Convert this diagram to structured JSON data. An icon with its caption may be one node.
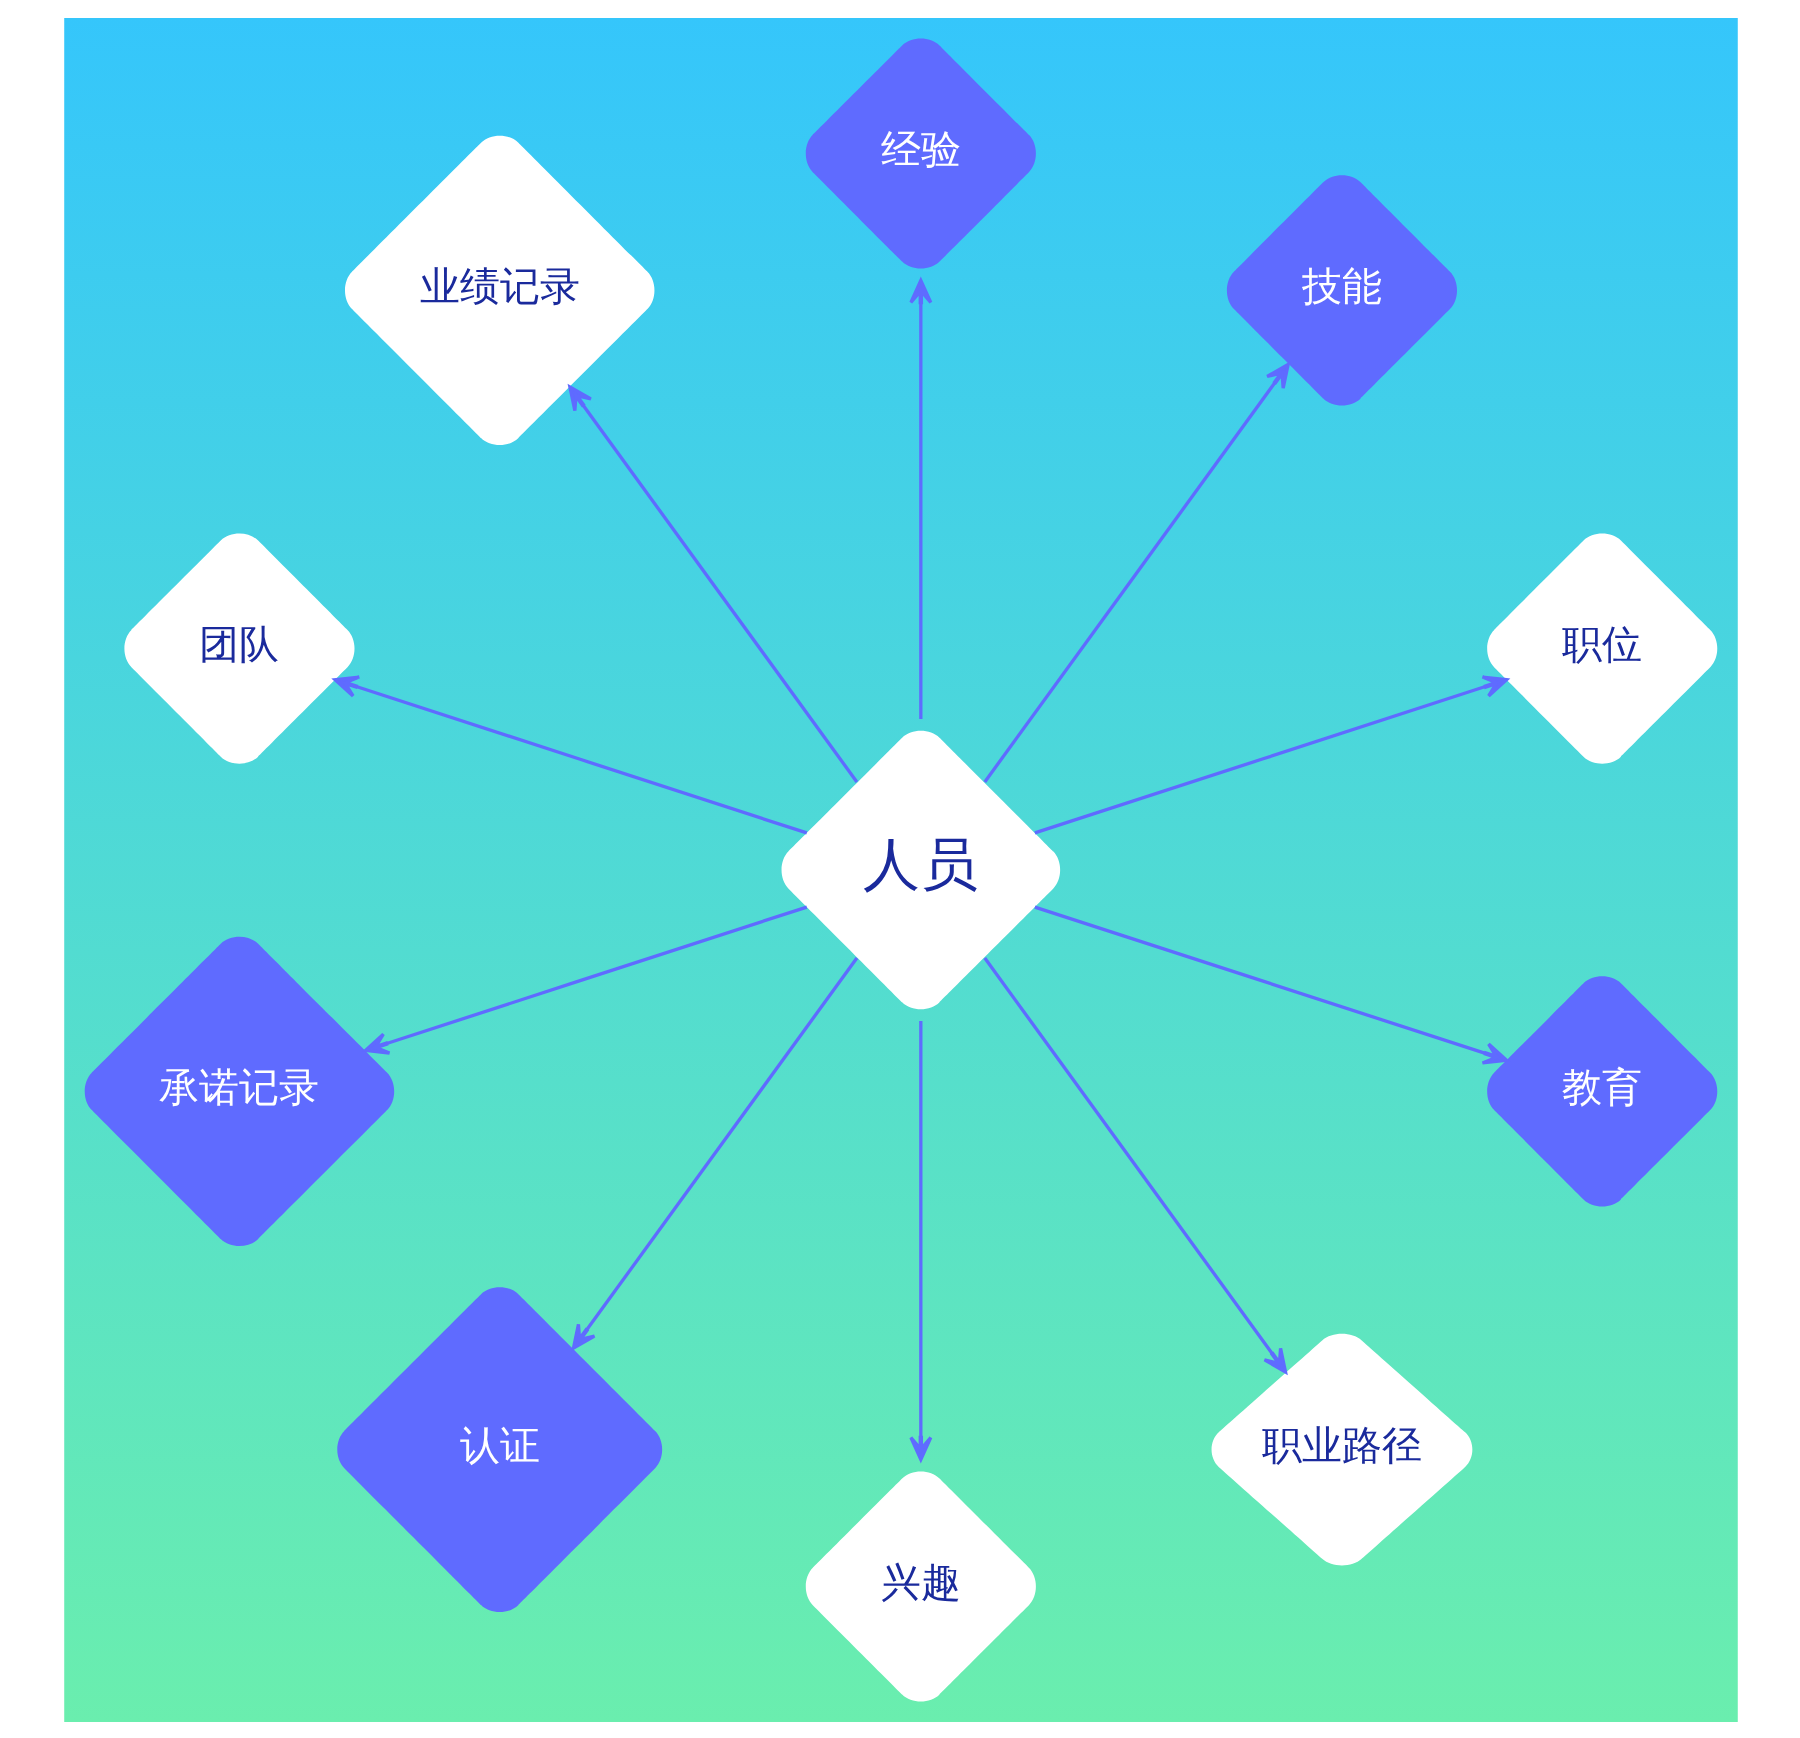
{
  "diagram": {
    "nodes": [
      {
        "text": [
          "职位"
        ]
      },
      {
        "text": [
          "技能"
        ]
      },
      {
        "text": [
          "经验"
        ]
      },
      {
        "text": [
          "业绩记录"
        ]
      },
      {
        "text": [
          "团队"
        ]
      },
      {
        "text": [
          "人员"
        ]
      },
      {
        "text": [
          "承诺记录"
        ]
      },
      {
        "text": [
          "认证"
        ]
      },
      {
        "text": [
          "兴趣"
        ]
      },
      {
        "text": [
          "职业路径"
        ]
      },
      {
        "text": [
          "教育"
        ]
      }
    ],
    "edges": [
      {
        "from": 5,
        "to": 0,
        "arrow": "to"
      },
      {
        "from": 5,
        "to": 1,
        "arrow": "to"
      },
      {
        "from": 5,
        "to": 2,
        "arrow": "to"
      },
      {
        "from": 5,
        "to": 3,
        "arrow": "to"
      },
      {
        "from": 5,
        "to": 4,
        "arrow": "to"
      },
      {
        "from": 5,
        "to": 6,
        "arrow": "to"
      },
      {
        "from": 5,
        "to": 7,
        "arrow": "to"
      },
      {
        "from": 5,
        "to": 8,
        "arrow": "to"
      },
      {
        "from": 5,
        "to": 9,
        "arrow": "to"
      },
      {
        "from": 5,
        "to": 10,
        "arrow": "to"
      }
    ]
  }
}
